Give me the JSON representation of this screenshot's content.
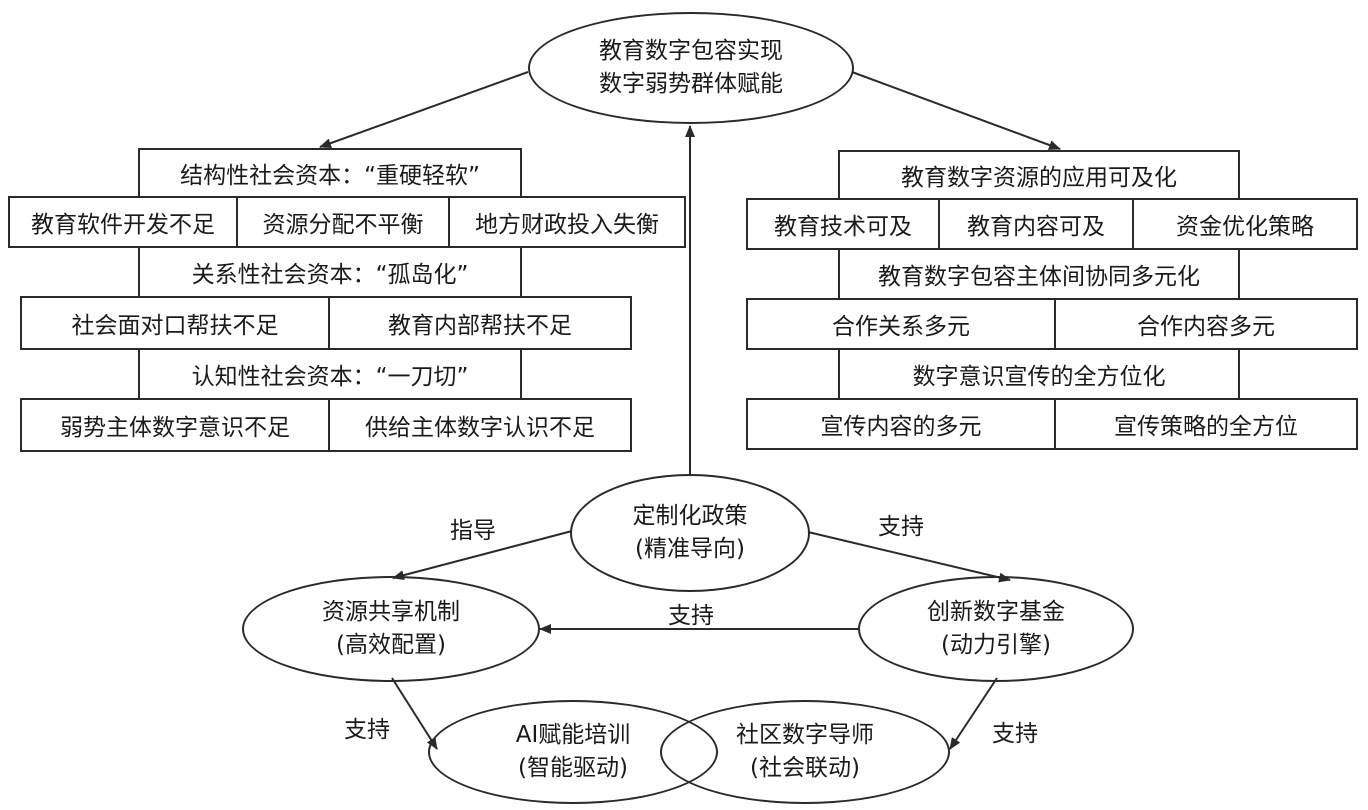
{
  "top_goal": {
    "line1": "教育数字包容实现",
    "line2": "数字弱势群体赋能"
  },
  "left_panel": {
    "structural": {
      "title": "结构性社会资本：“重硬轻软”",
      "items": [
        "教育软件开发不足",
        "资源分配不平衡",
        "地方财政投入失衡"
      ]
    },
    "relational": {
      "title": "关系性社会资本：“孤岛化”",
      "items": [
        "社会面对口帮扶不足",
        "教育内部帮扶不足"
      ]
    },
    "cognitive": {
      "title": "认知性社会资本：“一刀切”",
      "items": [
        "弱势主体数字意识不足",
        "供给主体数字认识不足"
      ]
    }
  },
  "right_panel": {
    "access": {
      "title": "教育数字资源的应用可及化",
      "items": [
        "教育技术可及",
        "教育内容可及",
        "资金优化策略"
      ]
    },
    "collab": {
      "title": "教育数字包容主体间协同多元化",
      "items": [
        "合作关系多元",
        "合作内容多元"
      ]
    },
    "publicity": {
      "title": "数字意识宣传的全方位化",
      "items": [
        "宣传内容的多元",
        "宣传策略的全方位"
      ]
    }
  },
  "mechanism": {
    "policy": {
      "line1": "定制化政策",
      "line2": "(精准导向)"
    },
    "sharing": {
      "line1": "资源共享机制",
      "line2": "(高效配置)"
    },
    "fund": {
      "line1": "创新数字基金",
      "line2": "(动力引擎)"
    },
    "ai": {
      "line1": "AI赋能培训",
      "line2": "(智能驱动)"
    },
    "mentor": {
      "line1": "社区数字导师",
      "line2": "(社会联动)"
    }
  },
  "edge_labels": {
    "guide": "指导",
    "support_policy_fund": "支持",
    "support_fund_sharing": "支持",
    "support_sharing_ai": "支持",
    "support_fund_mentor": "支持"
  }
}
